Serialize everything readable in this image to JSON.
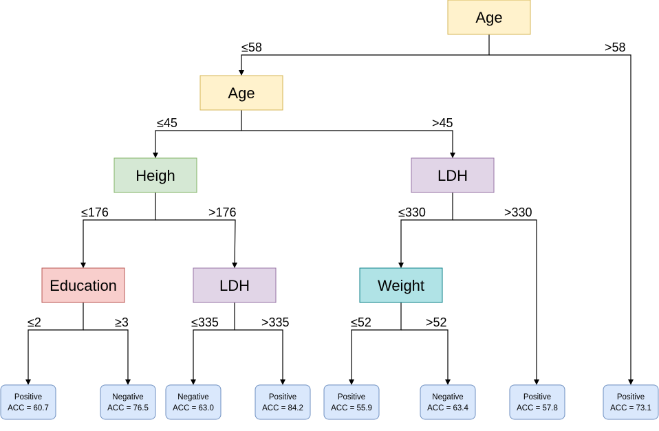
{
  "nodes": {
    "root": {
      "label": "Age",
      "fill": "#fff2cc",
      "stroke": "#d6b656"
    },
    "age45": {
      "label": "Age",
      "fill": "#fff2cc",
      "stroke": "#d6b656"
    },
    "height": {
      "label": "Heigh",
      "fill": "#d5e8d4",
      "stroke": "#82b366"
    },
    "ldh330": {
      "label": "LDH",
      "fill": "#e1d5e7",
      "stroke": "#9673a6"
    },
    "education": {
      "label": "Education",
      "fill": "#f8cecc",
      "stroke": "#b85450"
    },
    "ldh335": {
      "label": "LDH",
      "fill": "#e1d5e7",
      "stroke": "#9673a6"
    },
    "weight": {
      "label": "Weight",
      "fill": "#b0e3e6",
      "stroke": "#0e8088"
    }
  },
  "edges": {
    "root_left": "≤58",
    "root_right": ">58",
    "age_left": "≤45",
    "age_right": ">45",
    "height_left": "≤176",
    "height_right": ">176",
    "ldh_left": "≤330",
    "ldh_right": ">330",
    "edu_left": "≤2",
    "edu_right": "≥3",
    "ldh2_left": "≤335",
    "ldh2_right": ">335",
    "weight_left": "≤52",
    "weight_right": ">52"
  },
  "leaves": [
    {
      "class": "Positive",
      "acc": "ACC = 60.7"
    },
    {
      "class": "Negative",
      "acc": "ACC = 76.5"
    },
    {
      "class": "Negative",
      "acc": "ACC = 63.0"
    },
    {
      "class": "Positive",
      "acc": "ACC = 84.2"
    },
    {
      "class": "Positive",
      "acc": "ACC = 55.9"
    },
    {
      "class": "Negative",
      "acc": "ACC = 63.4"
    },
    {
      "class": "Positive",
      "acc": "ACC = 57.8"
    },
    {
      "class": "Positive",
      "acc": "ACC = 73.1"
    }
  ],
  "leaf_style": {
    "fill": "#dae8fc",
    "stroke": "#6c8ebf"
  }
}
